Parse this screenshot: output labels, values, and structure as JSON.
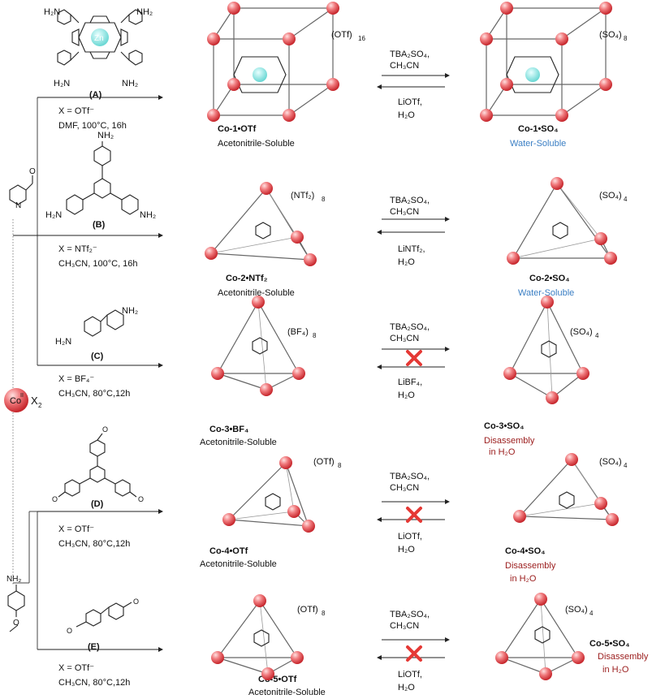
{
  "metal": {
    "label": "Co",
    "ox": "II",
    "suffix": "X",
    "sub": "2"
  },
  "aldehyde_top": {
    "label": "2-pyridinecarboxaldehyde"
  },
  "amine_bottom": {
    "label": "p-anisidine"
  },
  "rows": [
    {
      "ligand_letter": "(A)",
      "ligand_amine_labels": [
        "H₂N",
        "NH₂",
        "H₂N",
        "NH₂"
      ],
      "metal_center": "Zn",
      "cond_x": "X = OTf⁻",
      "cond_solvent": "DMF, 100°C, 16h",
      "cage_left_name": "Co-1•OTf",
      "cage_left_solubility": "Acetonitrile-Soluble",
      "cage_left_counterion": "(OTf)",
      "cage_left_counterion_n": "16",
      "fwd_reagent_1": "TBA₂SO₄,",
      "fwd_reagent_2": "CH₃CN",
      "rev_reagent_1": "LiOTf,",
      "rev_reagent_2": "H₂O",
      "blocked": false,
      "cage_right_name": "Co-1•SO₄",
      "cage_right_status": "Water-Soluble",
      "cage_right_counterion": "(SO₄)",
      "cage_right_counterion_n": "8"
    },
    {
      "ligand_letter": "(B)",
      "ligand_amine_labels": [
        "NH₂",
        "H₂N",
        "NH₂"
      ],
      "cond_x": "X = NTf₂⁻",
      "cond_solvent": "CH₃CN, 100°C, 16h",
      "cage_left_name": "Co-2•NTf₂",
      "cage_left_solubility": "Acetonitrile-Soluble",
      "cage_left_counterion": "(NTf₂)",
      "cage_left_counterion_n": "8",
      "fwd_reagent_1": "TBA₂SO₄,",
      "fwd_reagent_2": "CH₃CN",
      "rev_reagent_1": "LiNTf₂,",
      "rev_reagent_2": "H₂O",
      "blocked": false,
      "cage_right_name": "Co-2•SO₄",
      "cage_right_status": "Water-Soluble",
      "cage_right_counterion": "(SO₄)",
      "cage_right_counterion_n": "4"
    },
    {
      "ligand_letter": "(C)",
      "ligand_amine_labels": [
        "NH₂",
        "H₂N"
      ],
      "cond_x": "X = BF₄⁻",
      "cond_solvent": "CH₃CN, 80°C,12h",
      "cage_left_name": "Co-3•BF₄",
      "cage_left_solubility": "Acetonitrile-Soluble",
      "cage_left_counterion": "(BF₄)",
      "cage_left_counterion_n": "8",
      "fwd_reagent_1": "TBA₂SO₄,",
      "fwd_reagent_2": "CH₃CN",
      "rev_reagent_1": "LiBF₄,",
      "rev_reagent_2": "H₂O",
      "blocked": true,
      "cage_right_name": "Co-3•SO₄",
      "cage_right_status": "Disassembly",
      "cage_right_status_2": "in H₂O",
      "cage_right_counterion": "(SO₄)",
      "cage_right_counterion_n": "4"
    },
    {
      "ligand_letter": "(D)",
      "cond_x": "X = OTf⁻",
      "cond_solvent": "CH₃CN, 80°C,12h",
      "cage_left_name": "Co-4•OTf",
      "cage_left_solubility": "Acetonitrile-Soluble",
      "cage_left_counterion": "(OTf)",
      "cage_left_counterion_n": "8",
      "fwd_reagent_1": "TBA₂SO₄,",
      "fwd_reagent_2": "CH₃CN",
      "rev_reagent_1": "LiOTf,",
      "rev_reagent_2": "H₂O",
      "blocked": true,
      "cage_right_name": "Co-4•SO₄",
      "cage_right_status": "Disassembly",
      "cage_right_status_2": "in H₂O",
      "cage_right_counterion": "(SO₄)",
      "cage_right_counterion_n": "4"
    },
    {
      "ligand_letter": "(E)",
      "cond_x": "X = OTf⁻",
      "cond_solvent": "CH₃CN, 80°C,12h",
      "cage_left_name": "Co-5•OTf",
      "cage_left_solubility": "Acetonitrile-Soluble",
      "cage_left_counterion": "(OTf)",
      "cage_left_counterion_n": "8",
      "fwd_reagent_1": "TBA₂SO₄,",
      "fwd_reagent_2": "CH₃CN",
      "rev_reagent_1": "LiOTf,",
      "rev_reagent_2": "H₂O",
      "blocked": true,
      "cage_right_name": "Co-5•SO₄",
      "cage_right_status": "Disassembly",
      "cage_right_status_2": "in H₂O",
      "cage_right_counterion": "(SO₄)",
      "cage_right_counterion_n": "4"
    }
  ],
  "amine_label": "NH₂",
  "methoxy_label": "O",
  "colors": {
    "cobalt": "#e8474c",
    "zinc": "#7fe3e0",
    "water_soluble": "#3b7fc4",
    "disassembly": "#9a1b1b",
    "block_x": "#e53935"
  }
}
